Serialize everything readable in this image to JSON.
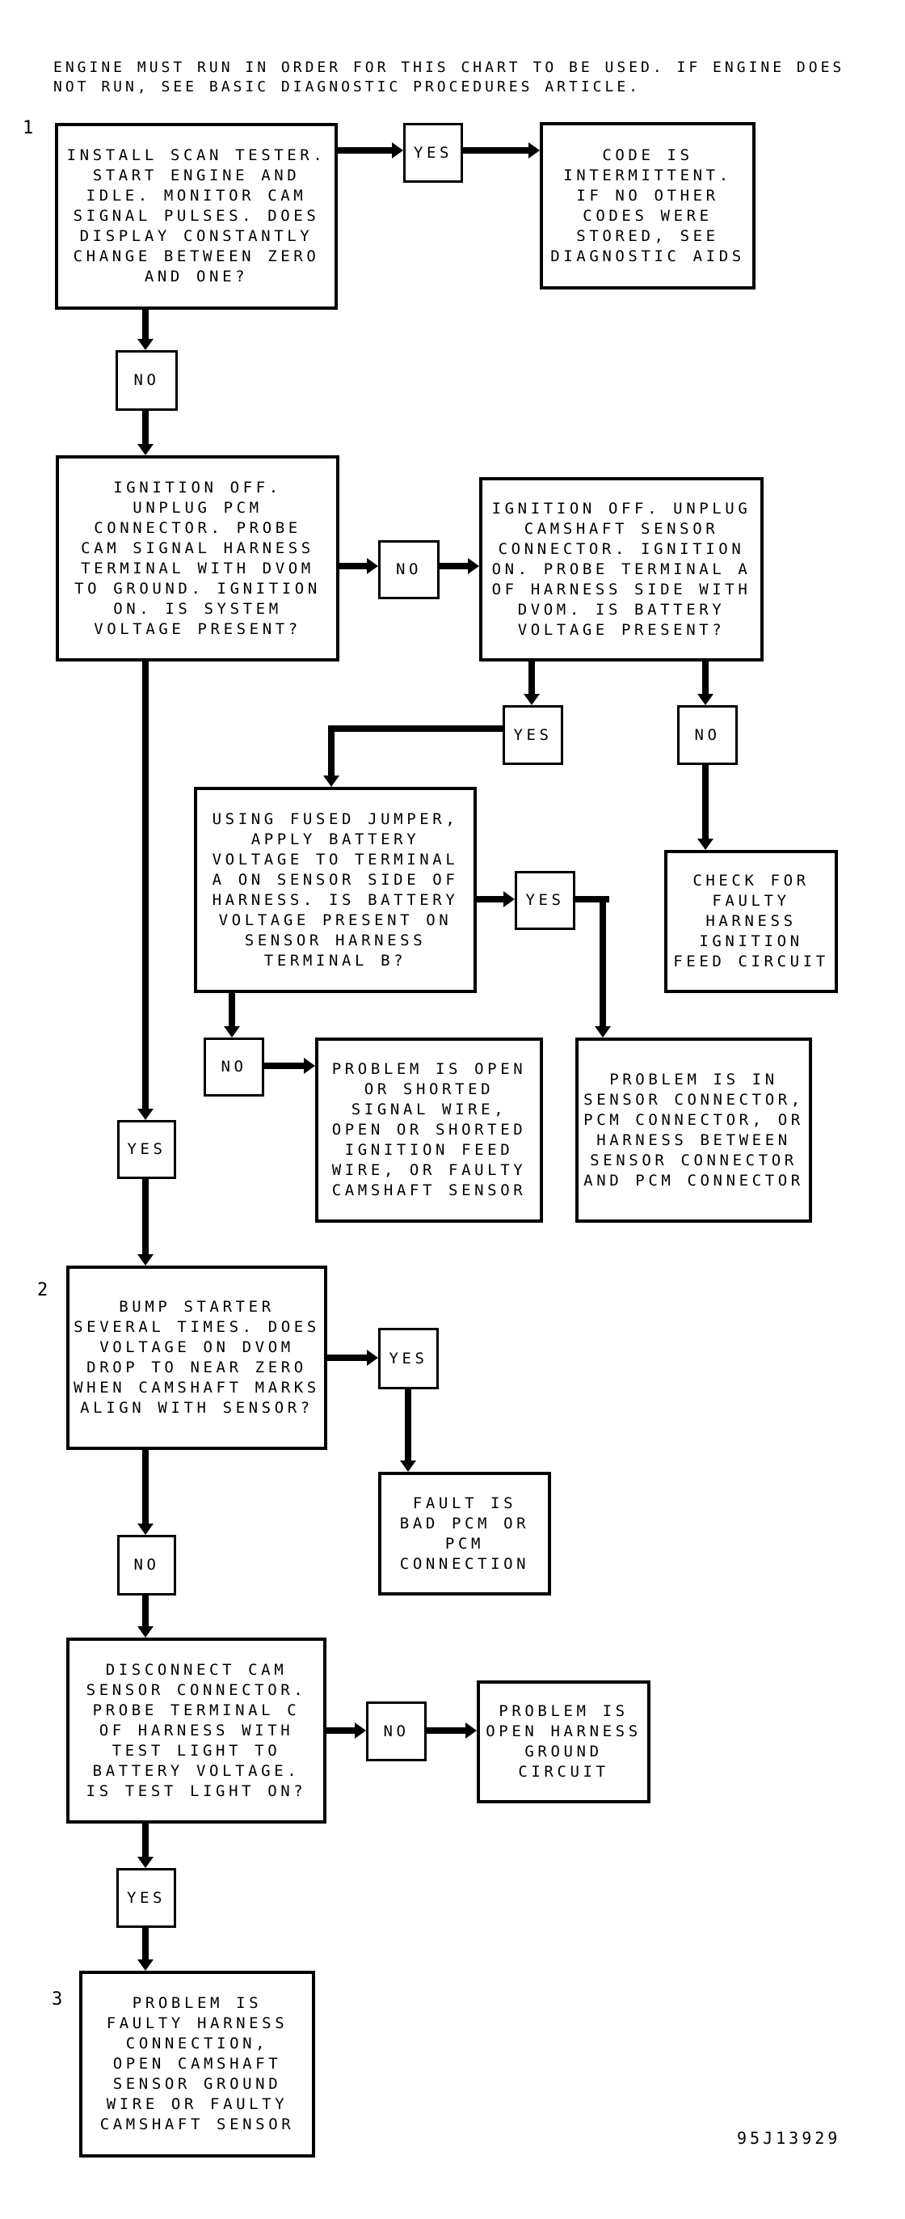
{
  "page": {
    "background_color": "#ffffff",
    "line_color": "#000000",
    "text_color": "#000000"
  },
  "header": {
    "text": "ENGINE MUST RUN IN ORDER FOR THIS CHART TO BE USED. IF ENGINE DOES\nNOT RUN, SEE BASIC DIAGNOSTIC PROCEDURES ARTICLE."
  },
  "figure_id": "95J13929",
  "step_labels": {
    "step1": "1",
    "step2": "2",
    "step3": "3"
  },
  "decision_labels": {
    "yes": "YES",
    "no": "NO"
  },
  "nodes": {
    "install_scan_tester": {
      "text": "INSTALL SCAN TESTER.\nSTART ENGINE AND\nIDLE. MONITOR CAM\nSIGNAL PULSES. DOES\nDISPLAY CONSTANTLY\nCHANGE BETWEEN ZERO\nAND ONE?"
    },
    "code_intermittent": {
      "text": "CODE IS\nINTERMITTENT.\nIF NO OTHER\nCODES WERE\nSTORED, SEE\nDIAGNOSTIC AIDS"
    },
    "probe_cam_signal": {
      "text": "IGNITION OFF.\nUNPLUG PCM\nCONNECTOR. PROBE\nCAM SIGNAL HARNESS\nTERMINAL WITH DVOM\nTO GROUND. IGNITION\nON. IS SYSTEM\nVOLTAGE PRESENT?"
    },
    "probe_terminal_a": {
      "text": "IGNITION OFF. UNPLUG\nCAMSHAFT SENSOR\nCONNECTOR. IGNITION\nON. PROBE TERMINAL A\nOF HARNESS SIDE WITH\nDVOM. IS BATTERY\nVOLTAGE PRESENT?"
    },
    "fused_jumper": {
      "text": "USING FUSED JUMPER,\nAPPLY BATTERY\nVOLTAGE TO TERMINAL\nA ON SENSOR SIDE OF\nHARNESS. IS BATTERY\nVOLTAGE PRESENT ON\nSENSOR HARNESS\nTERMINAL B?"
    },
    "check_ignition_feed": {
      "text": "CHECK FOR\nFAULTY\nHARNESS\nIGNITION\nFEED CIRCUIT"
    },
    "problem_wires": {
      "text": "PROBLEM IS OPEN\nOR SHORTED\nSIGNAL WIRE,\nOPEN OR SHORTED\nIGNITION FEED\nWIRE, OR FAULTY\nCAMSHAFT SENSOR"
    },
    "problem_connectors": {
      "text": "PROBLEM IS IN\nSENSOR CONNECTOR,\nPCM CONNECTOR, OR\nHARNESS BETWEEN\nSENSOR CONNECTOR\nAND PCM CONNECTOR"
    },
    "bump_starter": {
      "text": "BUMP STARTER\nSEVERAL TIMES. DOES\nVOLTAGE ON DVOM\nDROP TO NEAR ZERO\nWHEN CAMSHAFT MARKS\nALIGN WITH SENSOR?"
    },
    "fault_pcm": {
      "text": "FAULT IS\nBAD PCM OR\nPCM\nCONNECTION"
    },
    "disconnect_cam": {
      "text": "DISCONNECT CAM\nSENSOR CONNECTOR.\nPROBE TERMINAL C\nOF HARNESS WITH\nTEST LIGHT TO\nBATTERY VOLTAGE.\nIS TEST LIGHT ON?"
    },
    "problem_ground": {
      "text": "PROBLEM IS\nOPEN HARNESS\nGROUND\nCIRCUIT"
    },
    "problem_harness_final": {
      "text": "PROBLEM IS\nFAULTY HARNESS\nCONNECTION,\nOPEN CAMSHAFT\nSENSOR GROUND\nWIRE OR FAULTY\nCAMSHAFT SENSOR"
    }
  }
}
